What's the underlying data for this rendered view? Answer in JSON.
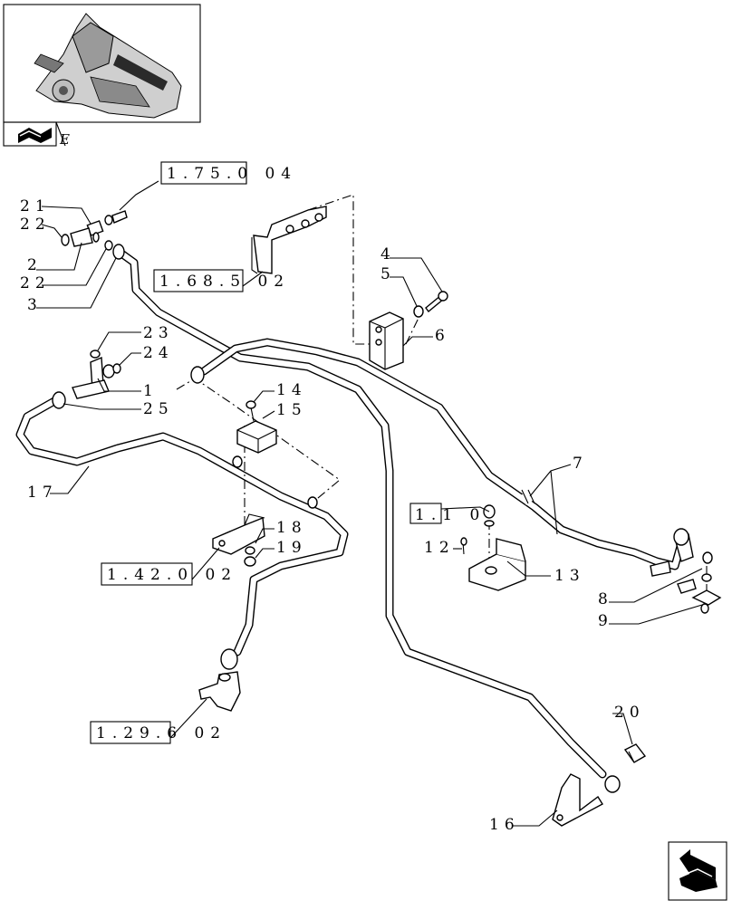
{
  "thumbnail": {
    "icon": "tractor-transmission-thumbnail",
    "page_letter": "E"
  },
  "references": {
    "r175": "1.75.0 04",
    "r168": "1.68.5 02",
    "r142": "1.42.0 02",
    "r129": "1.29.6 02",
    "r11": "1.1 0"
  },
  "callouts": {
    "c1": "1",
    "c2": "2",
    "c3": "3",
    "c4": "4",
    "c5": "5",
    "c6": "6",
    "c7": "7",
    "c8": "8",
    "c9": "9",
    "c12": "12",
    "c13": "13",
    "c14": "14",
    "c15": "15",
    "c16": "16",
    "c17": "17",
    "c18": "18",
    "c19": "19",
    "c20": "20",
    "c21": "21",
    "c22a": "22",
    "c22b": "22",
    "c23": "23",
    "c24": "24",
    "c25": "25"
  },
  "navigation": {
    "next_icon": "next-page-arrow-icon"
  }
}
